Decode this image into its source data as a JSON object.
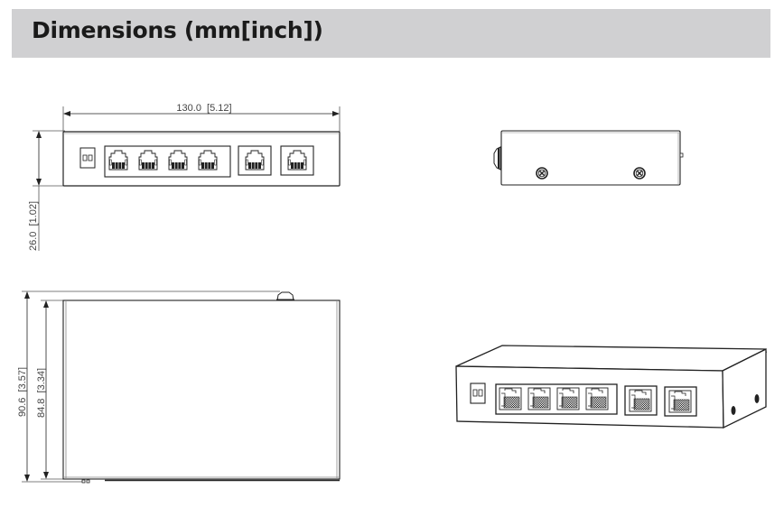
{
  "header": {
    "title": "Dimensions (mm[inch])",
    "background_color": "#d0d0d2"
  },
  "front_view": {
    "width_label": "130.0  [5.12]",
    "height_label": "26.0  [1.02]",
    "ports_grouped": 4,
    "ports_separate": 2
  },
  "top_view": {
    "overall_depth_label": "90.6  [3.57]",
    "body_depth_label": "84.8  [3.34]"
  },
  "side_view": {
    "screws": 2
  },
  "isometric_view": {
    "ports_grouped": 4,
    "ports_separate": 2
  },
  "colors": {
    "line": "#222222",
    "dim_line": "#555555"
  }
}
